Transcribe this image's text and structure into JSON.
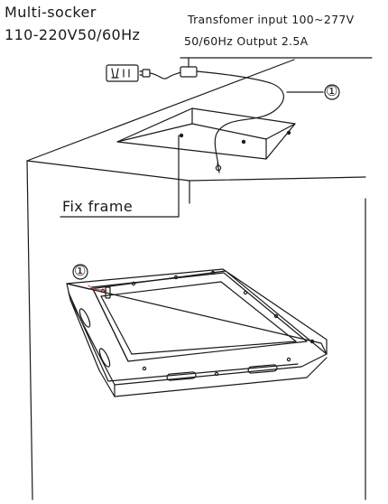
{
  "labels": {
    "socket_line1": "Multi-socker",
    "socket_line2": "110-220V50/60Hz",
    "transformer_line1": "Transfomer input 100~277V",
    "transformer_line2": "50/60Hz Output 2.5A",
    "fix_frame": "Fix frame",
    "callout_top": "①",
    "callout_frame": "①"
  },
  "icons": {
    "socket": "power-socket-icon",
    "plug": "power-plug-icon",
    "transformer": "transformer-box-icon"
  },
  "colors": {
    "line": "#1a1a1a",
    "background": "#ffffff",
    "accent_wire": "#d84a4a"
  }
}
